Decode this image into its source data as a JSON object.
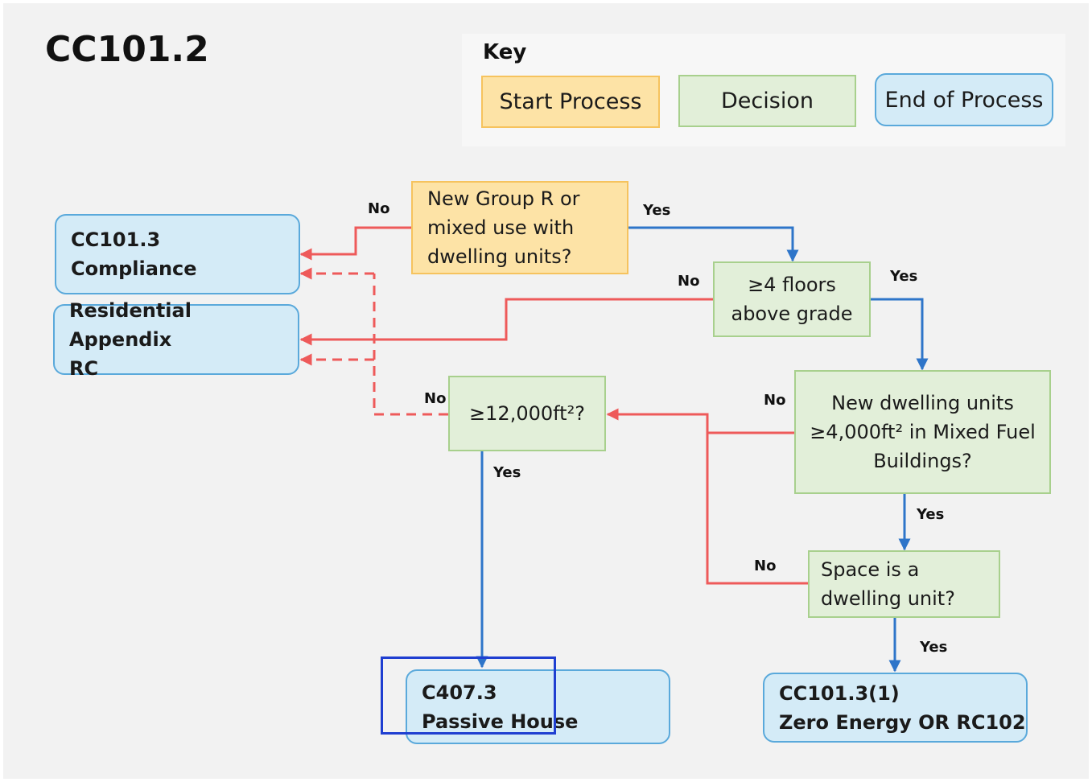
{
  "title": "CC101.2",
  "key": {
    "title": "Key",
    "start": "Start Process",
    "decision": "Decision",
    "end": "End of Process"
  },
  "nodes": {
    "start": [
      "New Group R or",
      "mixed use with",
      "dwelling units?"
    ],
    "floors": [
      "≥4 floors",
      "above grade"
    ],
    "area": "≥12,000ft²?",
    "newunits": [
      "New dwelling units",
      "≥4,000ft² in Mixed Fuel",
      "Buildings?"
    ],
    "space": [
      "Space is a",
      "dwelling unit?"
    ],
    "compliance": [
      "CC101.3",
      "Compliance"
    ],
    "residential": [
      "Residential Appendix",
      "RC"
    ],
    "passive": [
      "C407.3",
      "Passive House"
    ],
    "zero": [
      "CC101.3(1)",
      "Zero Energy OR RC102"
    ]
  },
  "edge_labels": {
    "start_no": "No",
    "start_yes": "Yes",
    "floors_no": "No",
    "floors_yes": "Yes",
    "area_no": "No",
    "area_yes": "Yes",
    "newunits_no": "No",
    "newunits_yes": "Yes",
    "space_no": "No",
    "space_yes": "Yes"
  },
  "colors": {
    "yes_arrow": "#2e75c9",
    "no_arrow": "#ee5a5a",
    "start_fill": "#fde3a6",
    "decision_fill": "#e2efd9",
    "end_fill": "#d4ebf7"
  }
}
